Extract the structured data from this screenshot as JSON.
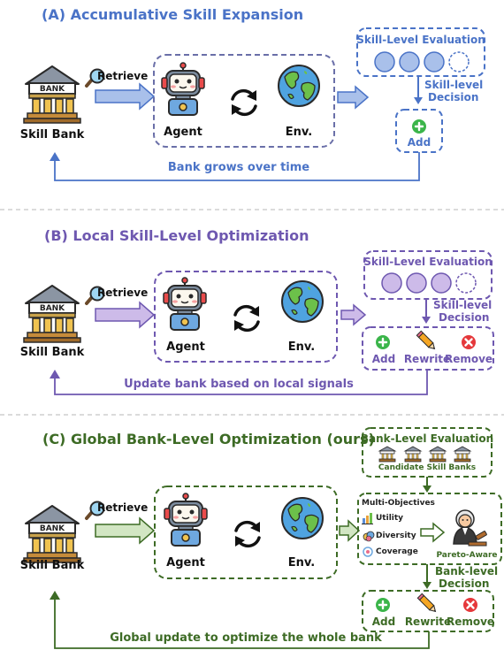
{
  "common": {
    "retrieve": "Retrieve",
    "skill_bank": "Skill Bank",
    "bank_sign": "BANK",
    "agent": "Agent",
    "env": "Env."
  },
  "panel_a": {
    "title": "(A) Accumulative Skill Expansion",
    "evaluation": "Skill-Level Evaluation",
    "decision_1": "Skill-level",
    "decision_2": "Decision",
    "add": "Add",
    "feedback": "Bank grows over time"
  },
  "panel_b": {
    "title": "(B) Local Skill-Level Optimization",
    "evaluation": "Skill-Level Evaluation",
    "decision_1": "Skill-level",
    "decision_2": "Decision",
    "add": "Add",
    "rewrite": "Rewrite",
    "remove": "Remove",
    "feedback": "Update bank based on local signals"
  },
  "panel_c": {
    "title": "(C) Global Bank-Level Optimization (ours)",
    "evaluation": "Bank-Level Evaluation",
    "candidates": "Candidate Skill Banks",
    "objectives_title": "Multi-Objectives",
    "objectives": [
      "Utility",
      "Diversity",
      "Coverage"
    ],
    "pareto": "Pareto-Aware",
    "decision_1": "Bank-level",
    "decision_2": "Decision",
    "add": "Add",
    "rewrite": "Rewrite",
    "remove": "Remove",
    "feedback": "Global update to optimize the whole bank"
  },
  "colors": {
    "blue": "#4a73c7",
    "purple": "#6e58b0",
    "green": "#3d6b25",
    "blue_fill": "#a9c0ea",
    "purple_fill": "#cdbbe9",
    "green_fill": "#d2e6c3"
  },
  "icons": [
    "bank-icon",
    "magnifier-icon",
    "robot-icon",
    "refresh-icon",
    "earth-icon",
    "plus-icon",
    "pencil-icon",
    "remove-icon",
    "judge-icon",
    "bar-chart-icon",
    "diversity-icon",
    "coverage-icon"
  ]
}
